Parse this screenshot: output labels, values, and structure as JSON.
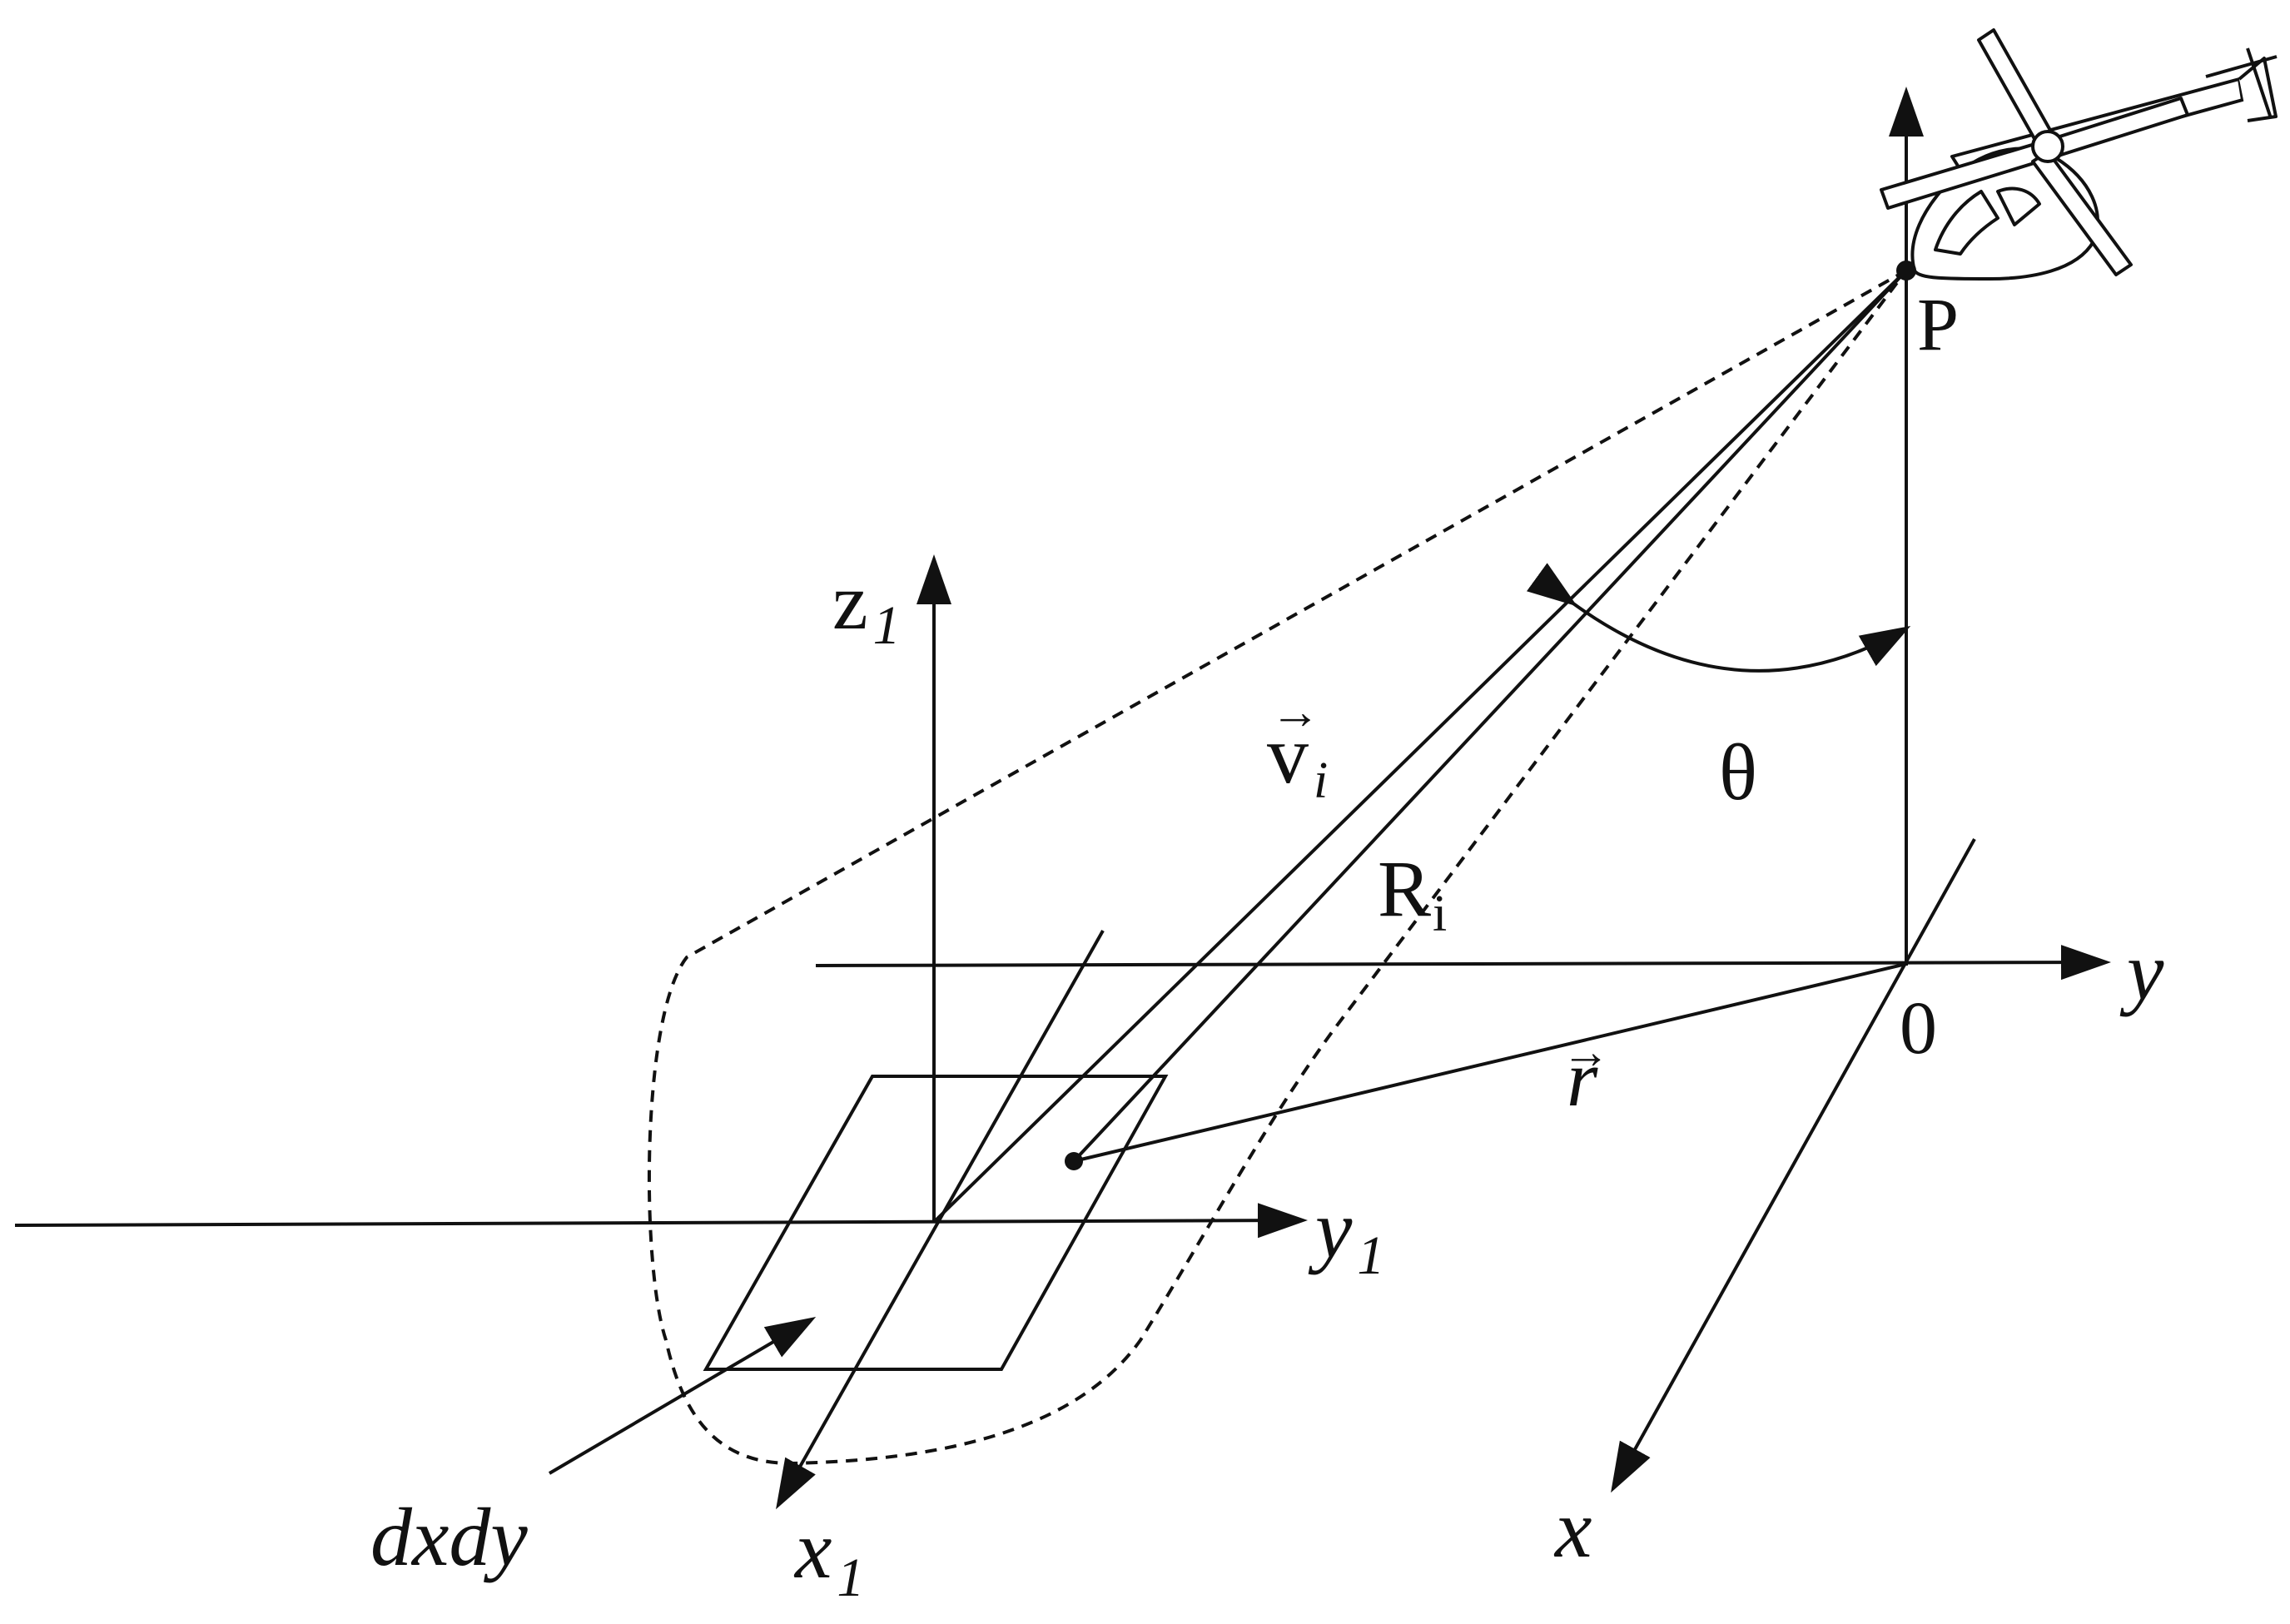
{
  "labels": {
    "point_p": "P",
    "z1_main": "z",
    "z1_sub": "1",
    "v_main": "v",
    "v_sub": "i",
    "theta": "θ",
    "r_main": "R",
    "r_sub": "i",
    "y": "y",
    "origin": "0",
    "r_vec": "r",
    "y1_main": "y",
    "y1_sub": "1",
    "x1_main": "x",
    "x1_sub": "1",
    "x": "x",
    "dxdy": "dxdy"
  },
  "colors": {
    "ink": "#111111",
    "background": "#ffffff"
  },
  "icons": {
    "aircraft": "helicopter-icon"
  }
}
